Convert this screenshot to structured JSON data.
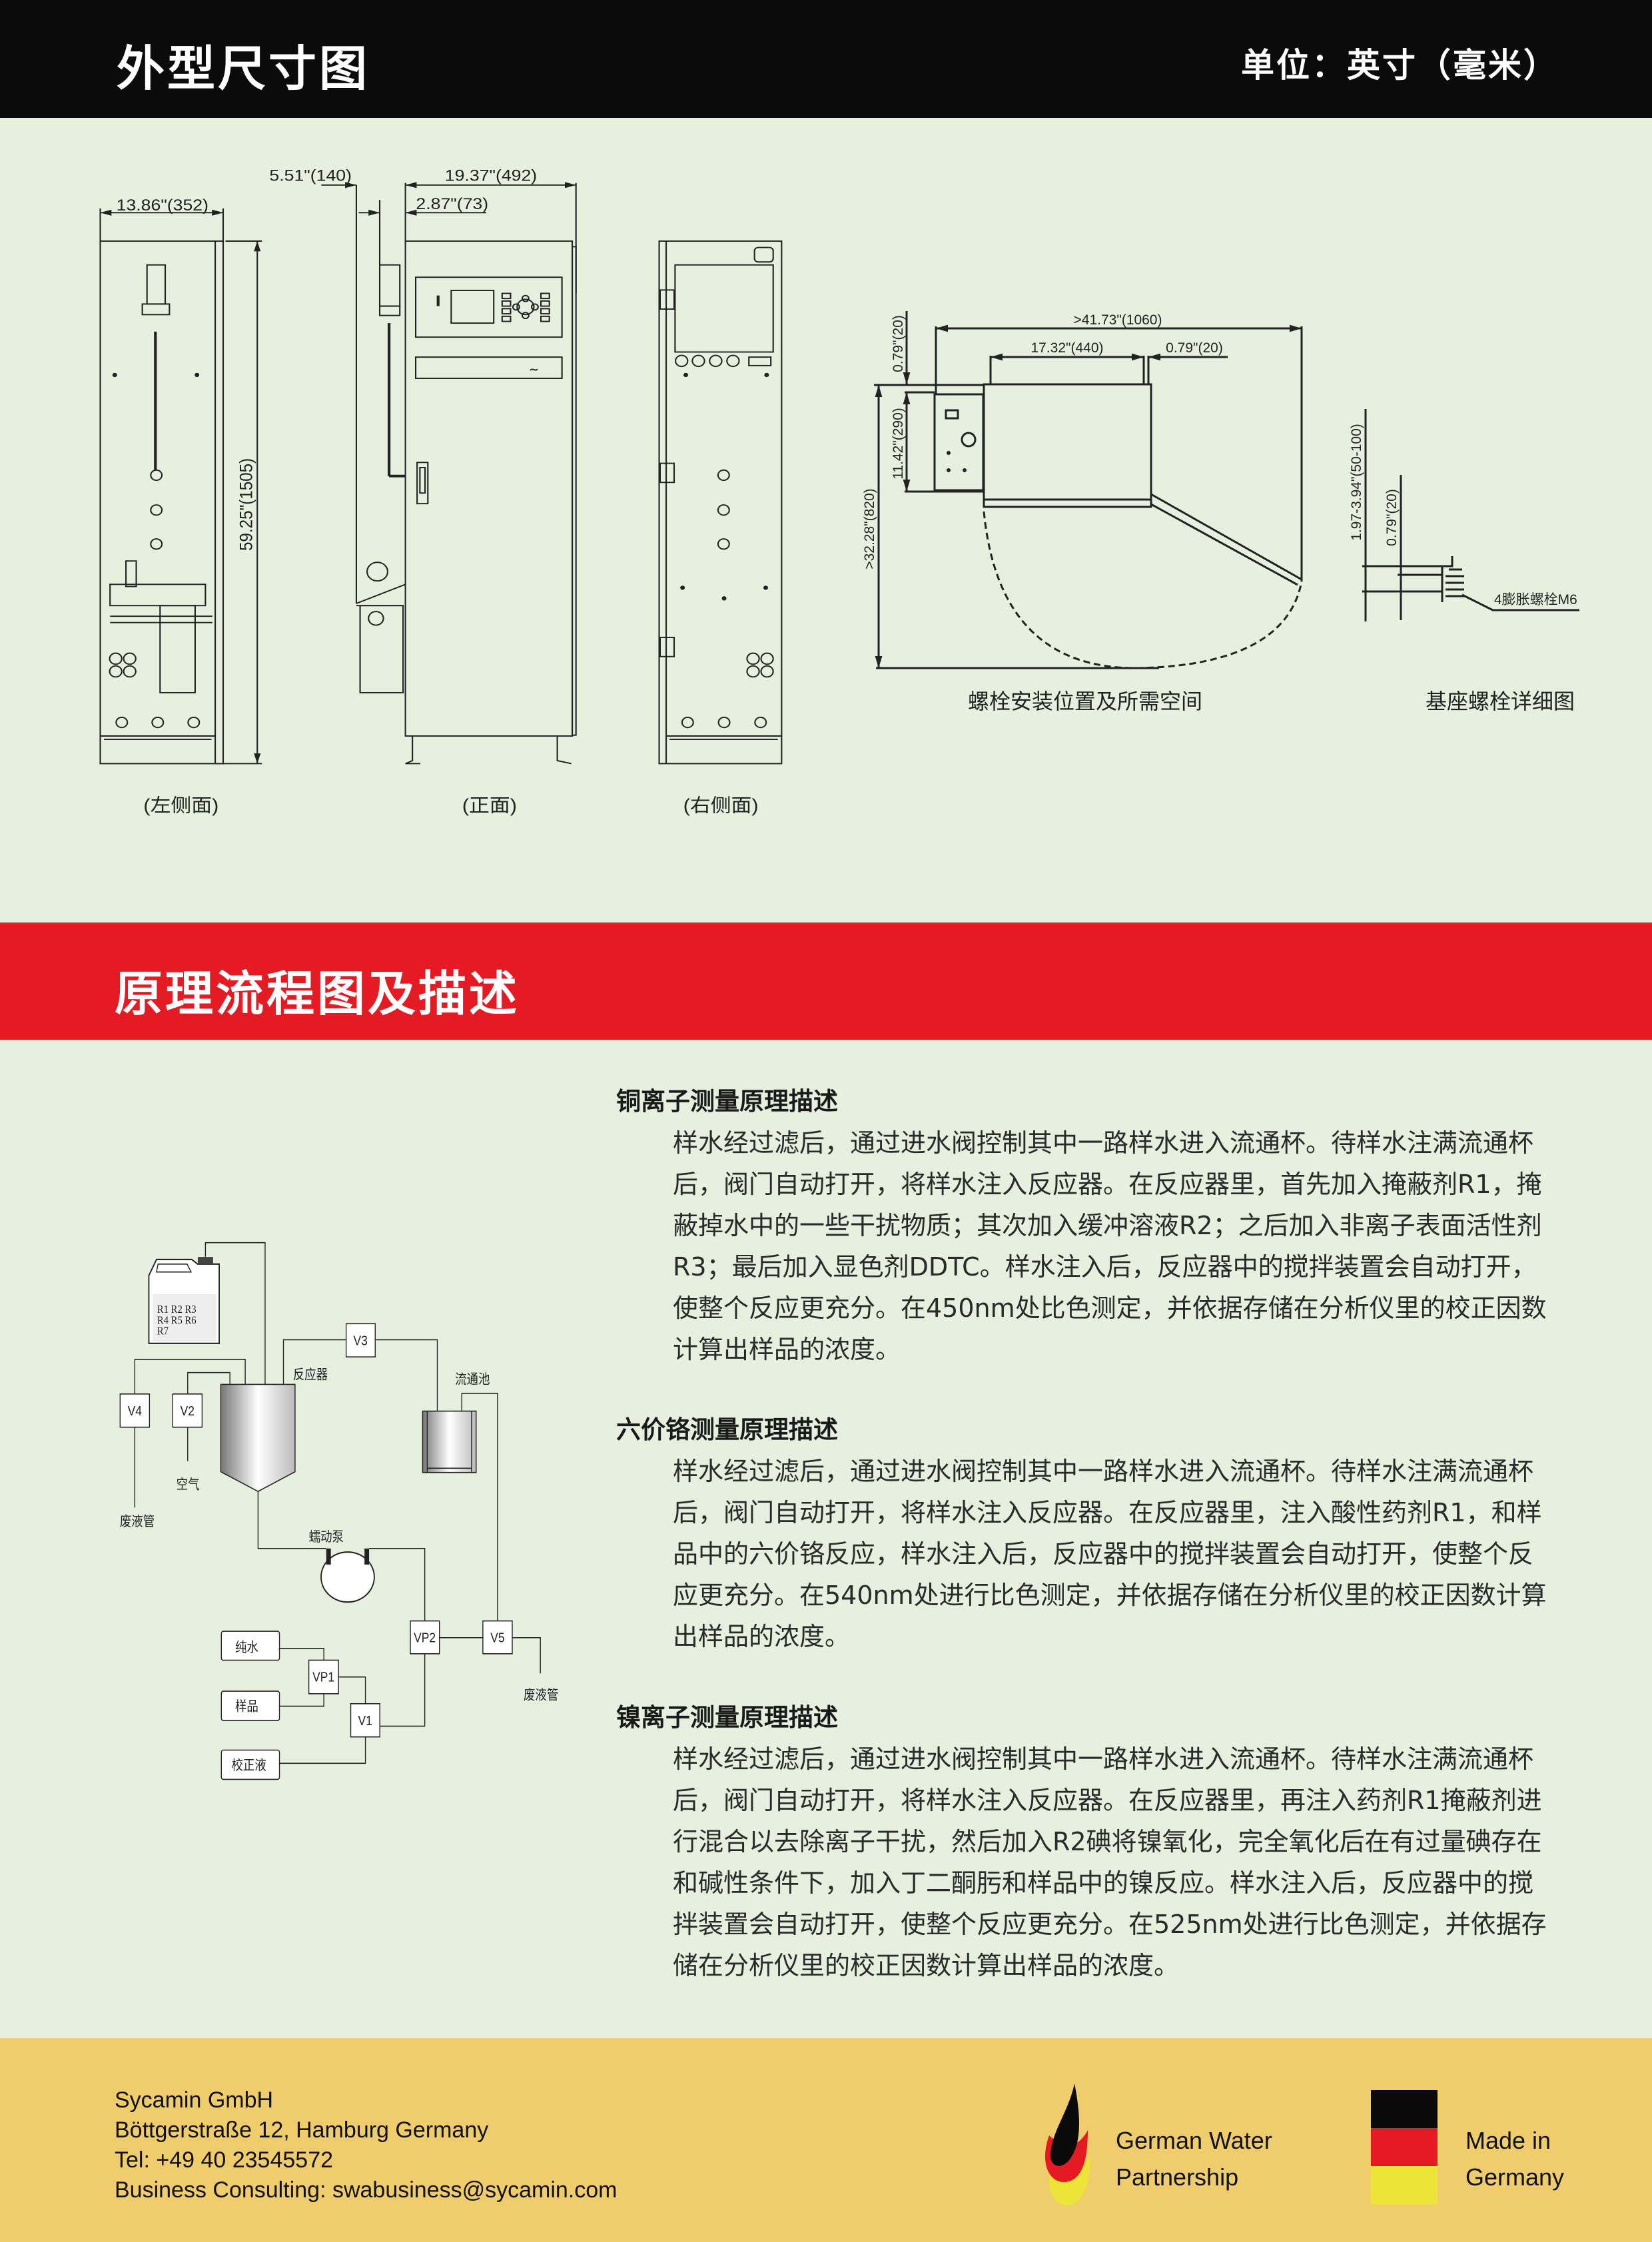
{
  "header": {
    "title": "外型尺寸图",
    "unit": "单位：英寸（毫米）"
  },
  "dimensions": {
    "left_width": "13.86\"(352)",
    "height": "59.25\"(1505)",
    "front_offset": "5.51\"(140)",
    "front_width": "19.37\"(492)",
    "front_depth": "2.87\"(73)",
    "view_left": "(左侧面)",
    "view_front": "(正面)",
    "view_right": "(右侧面)",
    "plan_total": ">41.73\"(1060)",
    "plan_width": "17.32\"(440)",
    "plan_gap": "0.79\"(20)",
    "plan_top_gap": "0.79\"(20)",
    "plan_depth": "11.42\"(290)",
    "plan_clearance": ">32.28\"(820)",
    "bolt_range": "1.97-3.94\"(50-100)",
    "bolt_gap": "0.79\"(20)",
    "bolt_label": "4膨胀螺栓M6",
    "plan_caption": "螺栓安装位置及所需空间",
    "bolt_caption": "基座螺栓详细图"
  },
  "section2": {
    "title": "原理流程图及描述"
  },
  "flow": {
    "reagents": [
      "R1 R2 R3",
      "R4 R5 R6",
      "R7"
    ],
    "reactor": "反应器",
    "flow_cell": "流通池",
    "pump": "蠕动泵",
    "air": "空气",
    "waste1": "废液管",
    "waste2": "废液管",
    "pure_water": "纯水",
    "sample": "样品",
    "calibration": "校正液",
    "valves": {
      "v1": "V1",
      "v2": "V2",
      "v3": "V3",
      "v4": "V4",
      "v5": "V5",
      "vp1": "VP1",
      "vp2": "VP2"
    }
  },
  "descriptions": [
    {
      "title": "铜离子测量原理描述",
      "lines": [
        "样水经过滤后，通过进水阀控制其中一路样水进入流通杯。待样水注满流通杯",
        "后，阀门自动打开，将样水注入反应器。在反应器里，首先加入掩蔽剂R1，掩",
        "蔽掉水中的一些干扰物质；其次加入缓冲溶液R2；之后加入非离子表面活性剂",
        "R3；最后加入显色剂DDTC。样水注入后，反应器中的搅拌装置会自动打开，",
        "使整个反应更充分。在450nm处比色测定，并依据存储在分析仪里的校正因数",
        "计算出样品的浓度。"
      ]
    },
    {
      "title": "六价铬测量原理描述",
      "lines": [
        "样水经过滤后，通过进水阀控制其中一路样水进入流通杯。待样水注满流通杯",
        "后，阀门自动打开，将样水注入反应器。在反应器里，注入酸性药剂R1，和样",
        "品中的六价铬反应，样水注入后，反应器中的搅拌装置会自动打开，使整个反",
        "应更充分。在540nm处进行比色测定，并依据存储在分析仪里的校正因数计算",
        "出样品的浓度。"
      ]
    },
    {
      "title": "镍离子测量原理描述",
      "lines": [
        "样水经过滤后，通过进水阀控制其中一路样水进入流通杯。待样水注满流通杯",
        "后，阀门自动打开，将样水注入反应器。在反应器里，再注入药剂R1掩蔽剂进",
        "行混合以去除离子干扰，然后加入R2碘将镍氧化，完全氧化后在有过量碘存在",
        "和碱性条件下，加入丁二酮肟和样品中的镍反应。样水注入后，反应器中的搅",
        "拌装置会自动打开，使整个反应更充分。在525nm处进行比色测定，并依据存",
        "储在分析仪里的校正因数计算出样品的浓度。"
      ]
    }
  ],
  "footer": {
    "company": "Sycamin GmbH",
    "address": "Böttgerstraße 12, Hamburg Germany",
    "tel": "Tel:  +49 40 23545572",
    "consulting": "Business Consulting:  swabusiness@sycamin.com",
    "partnership_line1": "German Water",
    "partnership_line2": "Partnership",
    "made_line1": "Made in",
    "made_line2": "Germany",
    "colors": {
      "black": "#0a0a0a",
      "red": "#e41b23",
      "gold": "#ece436"
    }
  }
}
